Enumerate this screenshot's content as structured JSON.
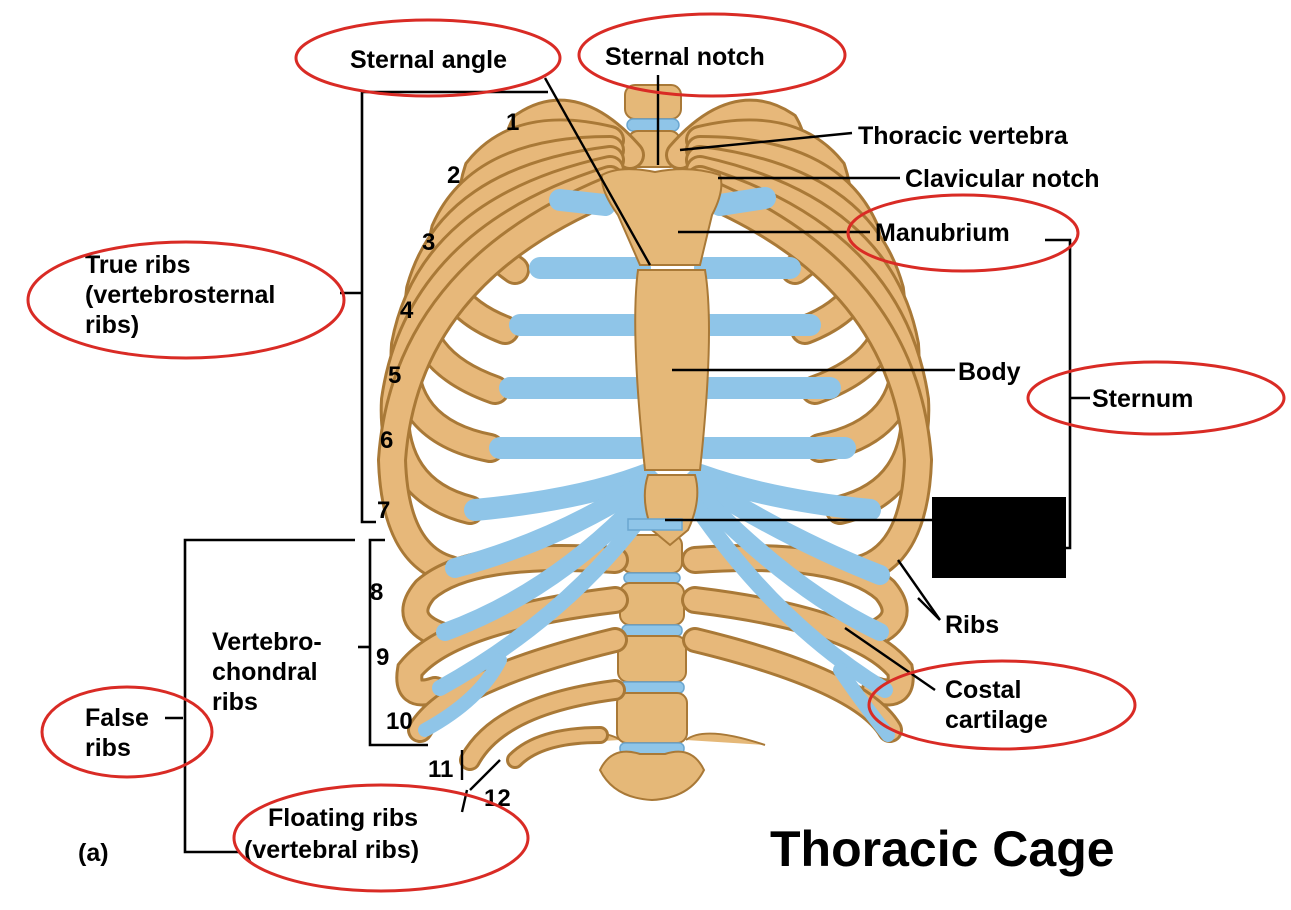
{
  "diagram": {
    "title": "Thoracic Cage",
    "panel_label": "(a)",
    "rib_numbers": [
      "1",
      "2",
      "3",
      "4",
      "5",
      "6",
      "7",
      "8",
      "9",
      "10",
      "11",
      "12"
    ],
    "labels": {
      "sternal_angle": "Sternal angle",
      "sternal_notch": "Sternal notch",
      "thoracic_vertebra": "Thoracic vertebra",
      "clavicular_notch": "Clavicular notch",
      "manubrium": "Manubrium",
      "body": "Body",
      "sternum": "Sternum",
      "ribs": "Ribs",
      "costal_cartilage_1": "Costal",
      "costal_cartilage_2": "cartilage",
      "true_ribs_1": "True ribs",
      "true_ribs_2": "(vertebrosternal",
      "true_ribs_3": "ribs)",
      "vertebrochondral_1": "Vertebro-",
      "vertebrochondral_2": "chondral",
      "vertebrochondral_3": "ribs",
      "false_ribs_1": "False",
      "false_ribs_2": "ribs",
      "floating_ribs_1": "Floating ribs",
      "floating_ribs_2": "(vertebral ribs)"
    },
    "colors": {
      "bone": "#e5b878",
      "bone_outline": "#a97937",
      "cartilage": "#8fc5e8",
      "highlight_ellipse": "#d92b25",
      "redaction_box": "#000000"
    }
  }
}
